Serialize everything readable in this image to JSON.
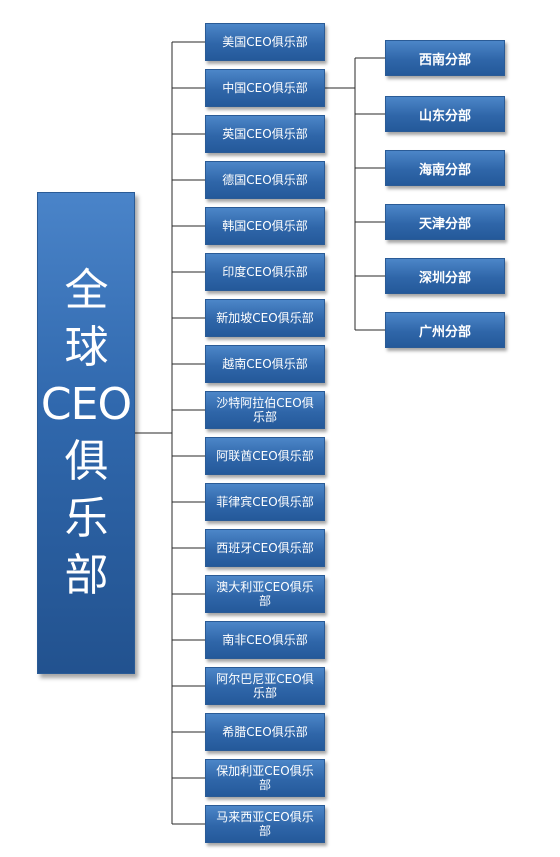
{
  "root": {
    "label": "全\n球\nCEO\n俱\n乐\n部"
  },
  "clubs": [
    "美国CEO俱乐部",
    "中国CEO俱乐部",
    "英国CEO俱乐部",
    "德国CEO俱乐部",
    "韩国CEO俱乐部",
    "印度CEO俱乐部",
    "新加坡CEO俱乐部",
    "越南CEO俱乐部",
    "沙特阿拉伯CEO俱乐部",
    "阿联酋CEO俱乐部",
    "菲律宾CEO俱乐部",
    "西班牙CEO俱乐部",
    "澳大利亚CEO俱乐部",
    "南非CEO俱乐部",
    "阿尔巴尼亚CEO俱乐部",
    "希腊CEO俱乐部",
    "保加利亚CEO俱乐部",
    "马来西亚CEO俱乐部"
  ],
  "branches": [
    "西南分部",
    "山东分部",
    "海南分部",
    "天津分部",
    "深圳分部",
    "广州分部"
  ],
  "colors": {
    "box_fill": "#3068ad",
    "box_text": "#ffffff",
    "connector": "#2a2a2a"
  }
}
